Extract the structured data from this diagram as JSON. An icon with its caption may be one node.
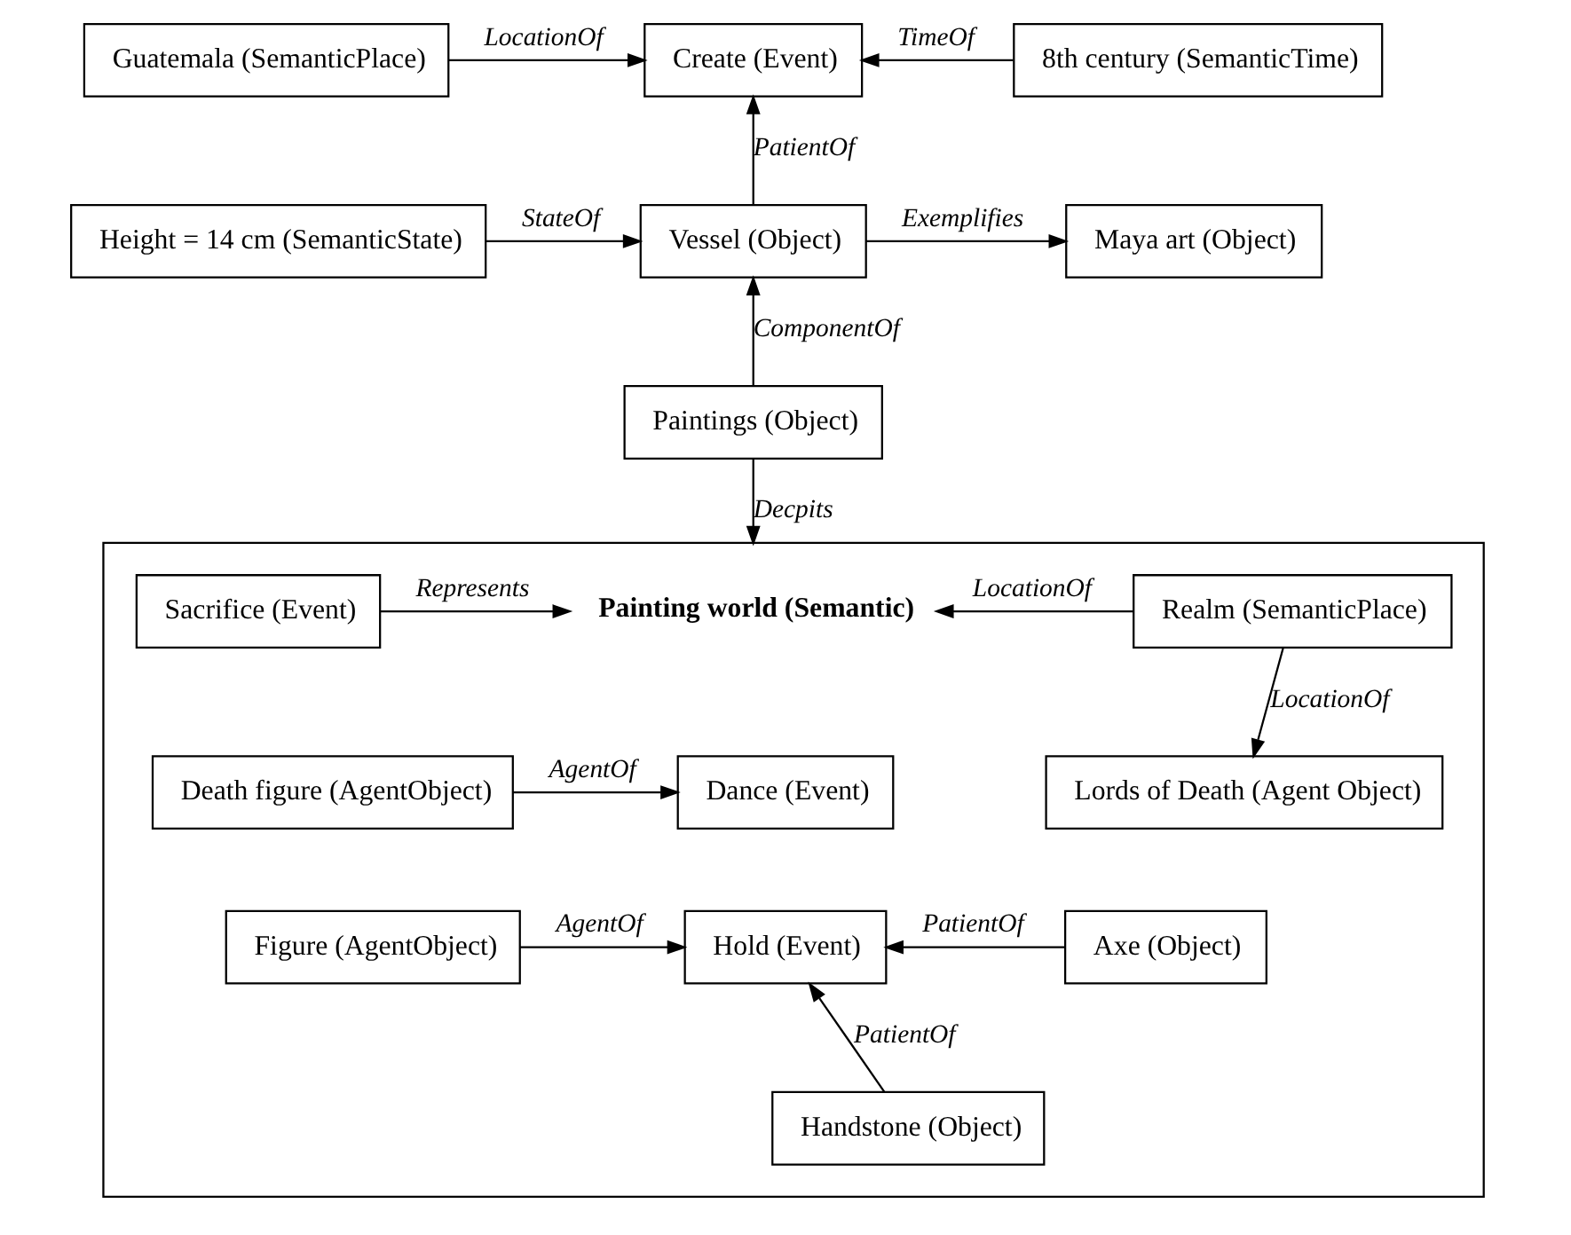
{
  "diagram": {
    "nodes": [
      {
        "text": [
          "Guatemala (SemanticPlace)"
        ]
      },
      {
        "text": [
          "Create (Event)"
        ]
      },
      {
        "text": [
          "8th century (SemanticTime)"
        ]
      },
      {
        "text": [
          "Height = 14 cm (SemanticState)"
        ]
      },
      {
        "text": [
          "Vessel (Object)"
        ]
      },
      {
        "text": [
          "Maya art (Object)"
        ]
      },
      {
        "text": [
          "Paintings (Object)"
        ]
      },
      {
        "text": [],
        "shape": "box"
      },
      {
        "text": [
          "Painting world (Semantic)"
        ],
        "in": 7
      },
      {
        "text": [
          "Sacrifice (Event)"
        ],
        "in": 7
      },
      {
        "text": [
          "Realm (SemanticPlace)"
        ],
        "in": 7
      },
      {
        "text": [
          "Death figure (AgentObject)"
        ],
        "in": 7
      },
      {
        "text": [
          "Dance (Event)"
        ],
        "in": 7
      },
      {
        "text": [
          "Lords of Death (Agent Object)"
        ],
        "in": 7
      },
      {
        "text": [
          "Figure (AgentObject)"
        ],
        "in": 7
      },
      {
        "text": [
          "Hold (Event)"
        ],
        "in": 7
      },
      {
        "text": [
          "Axe (Object)"
        ],
        "in": 7
      },
      {
        "text": [
          "Handstone (Object)"
        ],
        "in": 7
      }
    ],
    "edges": [
      {
        "from": 0,
        "to": 1,
        "arrow": "to",
        "label": "LocationOf"
      },
      {
        "from": 2,
        "to": 1,
        "arrow": "to",
        "label": "TimeOf"
      },
      {
        "from": 4,
        "to": 1,
        "arrow": "to",
        "label": "PatientOf"
      },
      {
        "from": 3,
        "to": 4,
        "arrow": "to",
        "label": "StateOf"
      },
      {
        "from": 4,
        "to": 5,
        "arrow": "to",
        "label": "Exemplifies"
      },
      {
        "from": 6,
        "to": 4,
        "arrow": "to",
        "label": "ComponentOf"
      },
      {
        "from": 6,
        "to": 7,
        "arrow": "to",
        "label": "Decpits"
      },
      {
        "from": 9,
        "to": 8,
        "arrow": "to",
        "label": "Represents"
      },
      {
        "from": 10,
        "to": 8,
        "arrow": "to",
        "label": "LocationOf"
      },
      {
        "from": 10,
        "to": 13,
        "arrow": "to",
        "label": "LocationOf"
      },
      {
        "from": 11,
        "to": 12,
        "arrow": "to",
        "label": "AgentOf"
      },
      {
        "from": 14,
        "to": 15,
        "arrow": "to",
        "label": "AgentOf"
      },
      {
        "from": 16,
        "to": 15,
        "arrow": "to",
        "label": "PatientOf"
      },
      {
        "from": 17,
        "to": 15,
        "arrow": "to",
        "label": "PatientOf"
      }
    ]
  }
}
